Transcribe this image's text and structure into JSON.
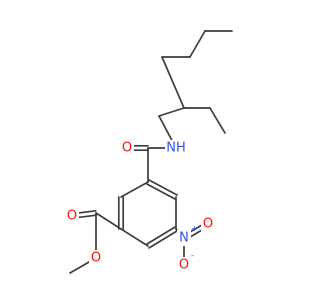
{
  "molecule": {
    "colors": {
      "bond": "#3d3d3d",
      "oxygen": "#ff0d0d",
      "nitrogen": "#3050f8",
      "carbon": "#3d3d3d"
    },
    "atoms": {
      "amide_o": {
        "symbol": "O",
        "element": "oxygen"
      },
      "amide_n": {
        "symbol": "NH",
        "element": "nitrogen"
      },
      "nitro_n": {
        "symbol": "N",
        "element": "nitrogen",
        "charge": "+"
      },
      "nitro_o_minus": {
        "symbol": "O",
        "element": "oxygen",
        "charge": "-"
      },
      "nitro_o_double": {
        "symbol": "O",
        "element": "oxygen"
      },
      "ester_o_double": {
        "symbol": "O",
        "element": "oxygen"
      },
      "ester_o_single": {
        "symbol": "O",
        "element": "oxygen"
      }
    }
  }
}
